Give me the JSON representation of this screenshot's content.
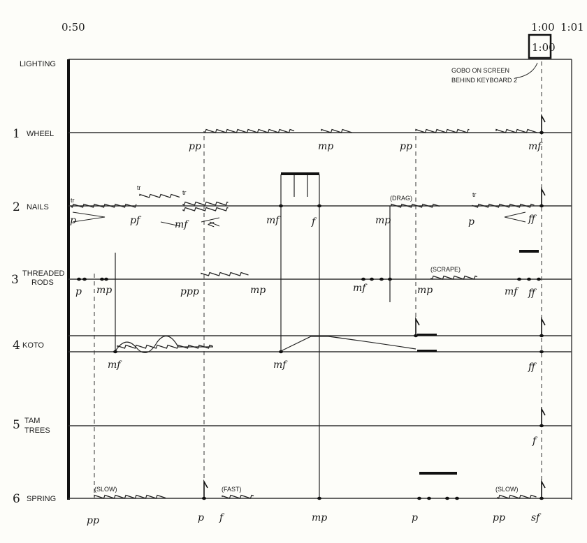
{
  "timeline": {
    "start": "0:50",
    "mark": "1:00",
    "end": "1:01",
    "boxed_cue": "1:00"
  },
  "lighting": {
    "label": "LIGHTING",
    "cue_line1": "GOBO ON SCREEN",
    "cue_line2": "BEHIND KEYBOARD 2"
  },
  "instruments": [
    {
      "number": "1",
      "name": "WHEEL"
    },
    {
      "number": "2",
      "name": "NAILS"
    },
    {
      "number": "3",
      "name": "THREADED",
      "name2": "RODS"
    },
    {
      "number": "4",
      "name": "KOTO"
    },
    {
      "number": "5",
      "name": "TAM",
      "name2": "TREES"
    },
    {
      "number": "6",
      "name": "SPRING"
    }
  ],
  "wheel_dynamics": [
    "pp",
    "mp",
    "pp",
    "mf"
  ],
  "nails_marks": {
    "dyn": [
      "p",
      "pf",
      "mf",
      "<",
      "mf",
      "f",
      "mp",
      "p",
      "ff"
    ],
    "trill": "tr",
    "drag": "(DRAG)"
  },
  "rods_marks": {
    "dyn": [
      "p",
      "mp",
      "ppp",
      "mp",
      "mf",
      "mp",
      "mf",
      "ff"
    ],
    "scrape": "(SCRAPE)"
  },
  "koto_dynamics": [
    "mf",
    "mf",
    "ff"
  ],
  "tam_dynamics": [
    "f"
  ],
  "spring_marks": {
    "dyn": [
      "pp",
      "p",
      "f",
      "mp",
      "p",
      "pp",
      "sf"
    ],
    "slow": "(SLOW)",
    "fast": "(FAST)"
  }
}
